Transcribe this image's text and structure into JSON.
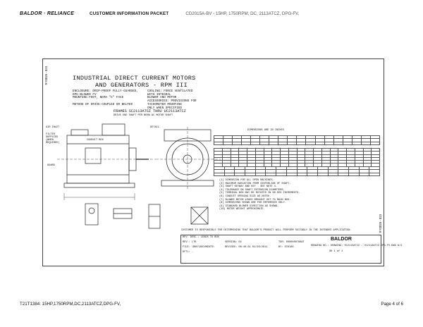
{
  "header": {
    "logo": "BALDOR · RELIANCE",
    "packet_title": "CUSTOMER INFORMATION PACKET",
    "description": "CD2015A-BV - 15HP, 1750RPM, DC, 2113ATCZ, DPG-FV,"
  },
  "drawing": {
    "side_code_left": "RY0028 - 023",
    "side_code_right": "RY0028 - 023",
    "title_line1": "INDUSTRIAL DIRECT CURRENT MOTORS",
    "title_line2": "AND GENERATORS - RPM III",
    "spec_left": [
      "ENCLOSURE:  DRIP-PROOF FULLY-GUARDED,",
      "            DPG-BLOWER FV",
      "MOUNTING:FOOT, NEMA \"C\" FACE",
      "",
      "METHOD OF DRIVE:COUPLED OR BELTED"
    ],
    "spec_right": [
      "COOLING:     FORCE VENTILATED",
      "             WITH INTEGRAL",
      "             BLOWER AND MOTOR",
      "ACCESSORIES: PROVISIONS FOR",
      "             TACHOMETER MOUNTING",
      "             ONLY WHEN SPECIFIED"
    ],
    "frames_title": "FRAMES SC2113ATCZ THRU UC2113ATCZ",
    "frames_subtitle": "DRIVE END SHAFT PER NEMA AC MOTOR SHAFT",
    "labels_left": [
      "AIR INLET",
      "FILTER",
      "SUPPLIED",
      "(WHEN",
      "REQUIRED)"
    ],
    "label_guard": "GUARD",
    "label_conduit": "CONDUIT BOX",
    "label_detail": "DETAIL",
    "dimensions_title": "DIMENSIONS ARE IN INCHES",
    "notes": [
      "(1) DIMENSION FOR ALL OPEN MACHINES.",
      "(2) MAXIMUM VARIATION FROM CENTERLINE OF SHAFT.",
      "(3) SHAFT KEYWAY AND KEY - SEE NOTE 4.",
      "(4) TOLERANCE ON SHAFT EXTENSION DIAMETERS.",
      "(5) TERMINAL BOX MAY BE ROTATED IN 90 DEG INCREMENTS.",
      "(6) CONDUIT OPENING SIZE AS NOTED.",
      "(7) BLOWER MOTOR LEADS BROUGHT OUT TO MAIN BOX.",
      "(8) DIMENSIONS SHOWN ARE FOR REFERENCE ONLY.",
      "(9) STANDARD BLOWER DIRECTION AS SHOWN.",
      "(10) MOTOR WEIGHT APPROXIMATE."
    ]
  },
  "title_block": {
    "disclaimer": "CUSTOMER IS RESPONSIBLE FOR DETERMINING THAT BALDOR'S PRODUCT WILL PERFORM SUITABLY IN THE INTENDED APPLICATION.",
    "rev_desc": "REV. DESC.: LEADS TO BOX",
    "rev": "REV.: LTR",
    "version": "VERSION: 02",
    "file": "FILE: \\RNV\\DOCUMENTS\\",
    "revised": "REVISED: 06:40:31 01/26/2011",
    "by": "BY: ECHIAS",
    "tdr": "TDR: 0000000788AT",
    "dftl": "DFTL: -",
    "brand": "BALDOR",
    "drawing_no": "DRAWING NO.: DRAWING: SC2113ATCZ - UC2113ATCZ.DPG-FV.DWG  A/2",
    "sheet": "SH 1 of 1"
  },
  "footer": {
    "left": "T21T1384: 15HP,1750RPM,DC,2113ATCZ,DPG-FV,",
    "right": "Page 4 of 6"
  }
}
